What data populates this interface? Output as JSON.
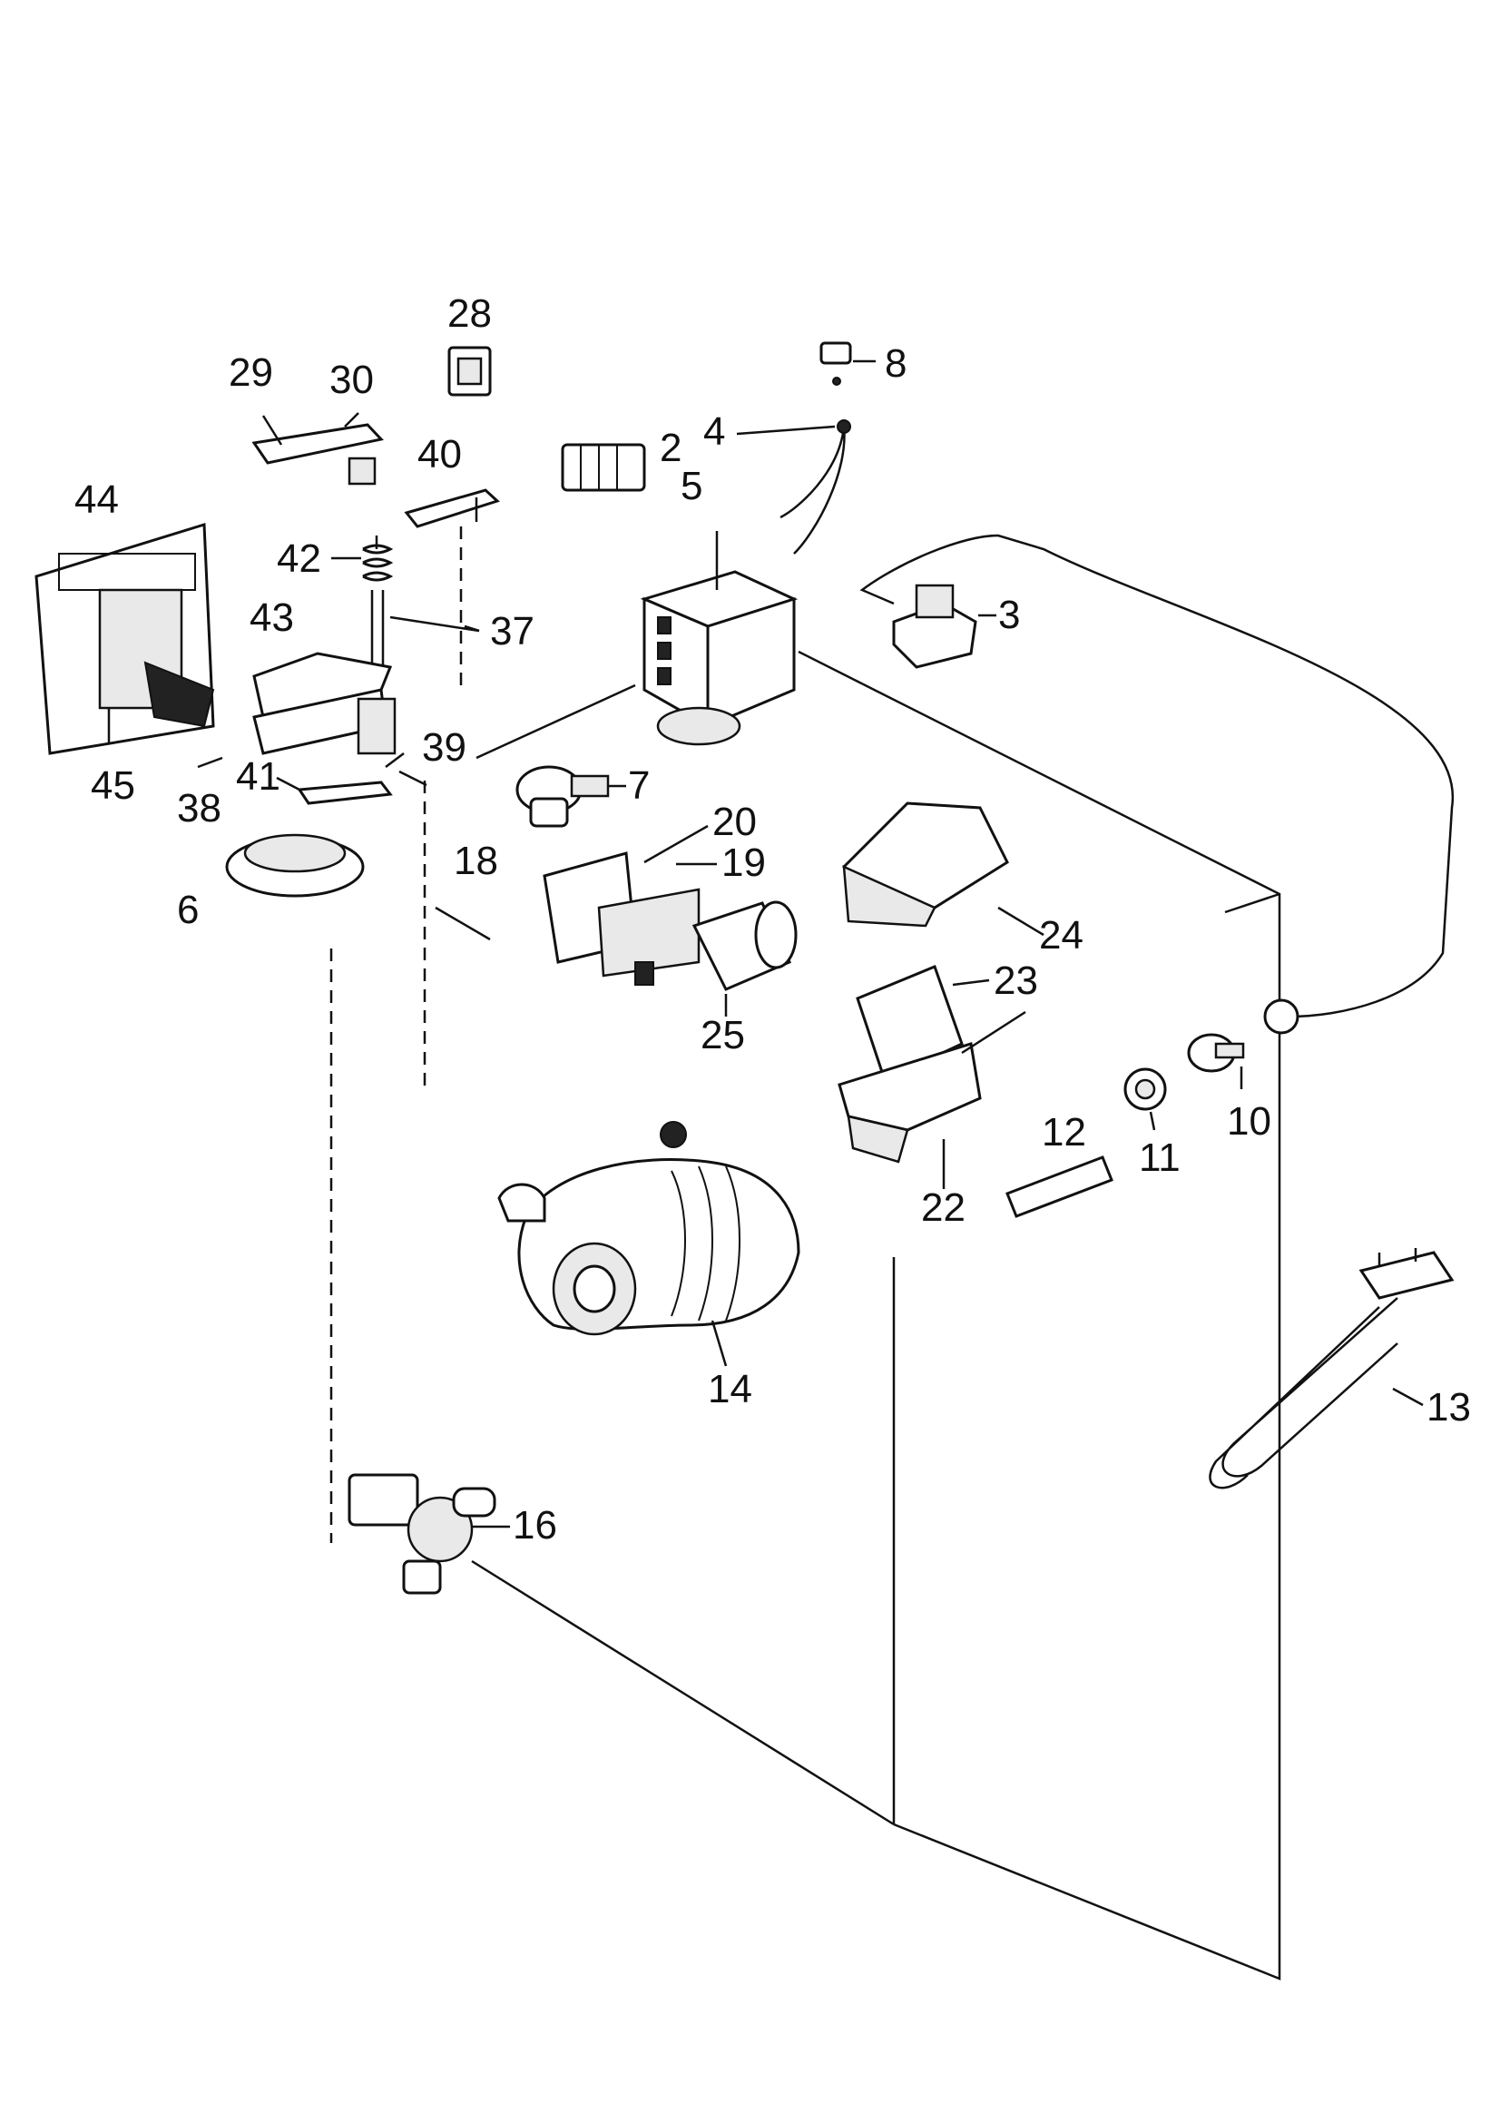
{
  "diagram": {
    "labels": {
      "p2": "2",
      "p3": "3",
      "p4": "4",
      "p5": "5",
      "p6": "6",
      "p7": "7",
      "p8": "8",
      "p10": "10",
      "p11": "11",
      "p12": "12",
      "p13": "13",
      "p14": "14",
      "p16": "16",
      "p18": "18",
      "p19": "19",
      "p20": "20",
      "p22": "22",
      "p23": "23",
      "p24": "24",
      "p25": "25",
      "p28": "28",
      "p29": "29",
      "p30": "30",
      "p37": "37",
      "p38": "38",
      "p39": "39",
      "p40": "40",
      "p41": "41",
      "p42": "42",
      "p43": "43",
      "p44": "44",
      "p45": "45"
    }
  }
}
